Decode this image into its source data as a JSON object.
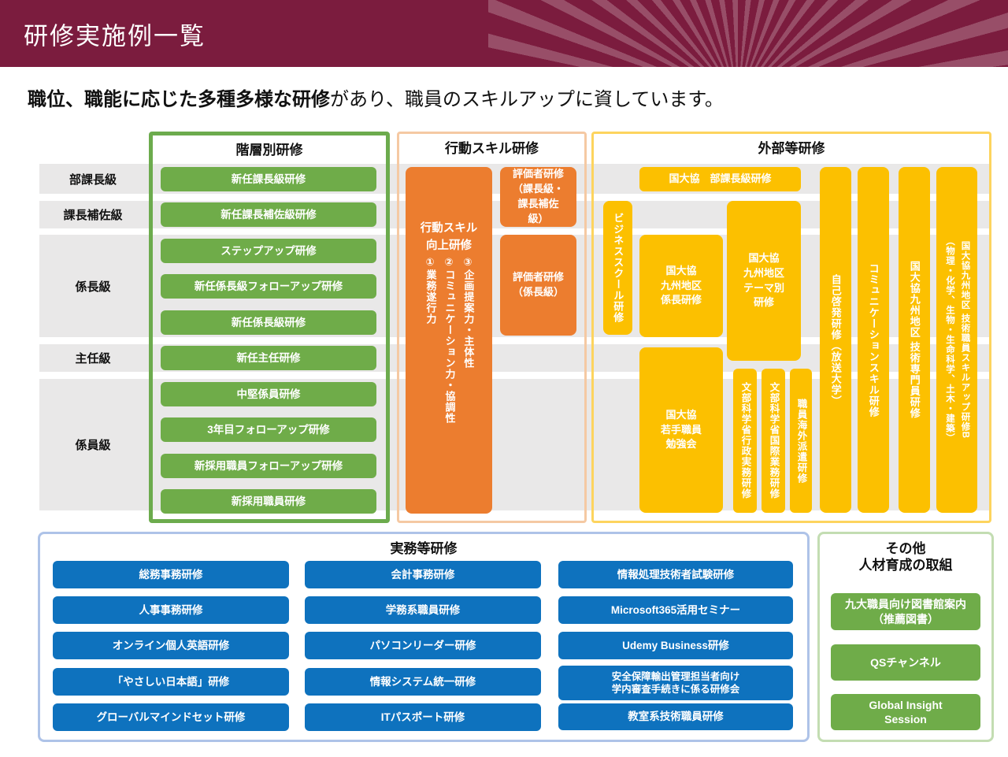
{
  "header": {
    "title": "研修実施例一覧"
  },
  "intro": {
    "lead": "職位、職能に応じた多種多様な研修",
    "rest": "があり、職員のスキルアップに資しています。"
  },
  "levels": [
    "部課長級",
    "課長補佐級",
    "係長級",
    "主任級",
    "係員級"
  ],
  "hierarchy": {
    "title": "階層別研修",
    "items": [
      "新任課長級研修",
      "新任課長補佐級研修",
      "ステップアップ研修",
      "新任係長級フォローアップ研修",
      "新任係長級研修",
      "新任主任研修",
      "中堅係員研修",
      "3年目フォローアップ研修",
      "新採用職員フォローアップ研修",
      "新採用職員研修"
    ]
  },
  "behavior": {
    "title": "行動スキル研修",
    "main_block": {
      "title": "行動スキル\n向上研修",
      "skills": [
        "①業務遂行力",
        "②コミュニケーション力・協調性",
        "③企画提案力・主体性"
      ]
    },
    "evaluator_upper": "評価者研修\n（課長級・\n課長補佐\n級）",
    "evaluator_lower": "評価者研修\n（係長級）"
  },
  "external": {
    "title": "外部等研修",
    "blocks": {
      "bukacho": "国大協　部課長級研修",
      "business_school": "ビジネススクール研修",
      "kakaricho": "国大協\n九州地区\n係長研修",
      "theme": "国大協\n九州地区\nテーマ別\n研修",
      "wakate": "国大協\n若手職員\n勉強会",
      "mext_admin": "文部科学省行政実務研修",
      "mext_intl": "文部科学省国際業務研修",
      "overseas": "職員海外派遣研修",
      "self_dev": "自己啓発研修（放送大学）",
      "comm_skill": "コミュニケーションスキル研修",
      "tech_expert": "国大協九州地区 技術専門員研修",
      "tech_skillup": "国大協九州地区 技術職員スキルアップ研修B\n（物理・化学、生物・生命科学、土木・建築）"
    }
  },
  "practical": {
    "title": "実務等研修",
    "columns": [
      [
        "総務事務研修",
        "人事事務研修",
        "オンライン個人英語研修",
        "「やさしい日本語」研修",
        "グローバルマインドセット研修"
      ],
      [
        "会計事務研修",
        "学務系職員研修",
        "パソコンリーダー研修",
        "情報システム統一研修",
        "ITパスポート研修"
      ],
      [
        "情報処理技術者試験研修",
        "Microsoft365活用セミナー",
        "Udemy Business研修",
        "安全保障輸出管理担当者向け\n学内審査手続きに係る研修会",
        "教室系技術職員研修"
      ]
    ]
  },
  "other": {
    "title": "その他\n人材育成の取組",
    "items": [
      "九大職員向け図書館案内\n（推薦図書）",
      "QSチャンネル",
      "Global Insight\nSession"
    ]
  },
  "colors": {
    "header_maroon": "#7B1C3E",
    "band_gray": "#E9E8E8",
    "green": "#6FAC49",
    "orange": "#EC7D2F",
    "orange_border": "#F5C9A3",
    "yellow": "#FCC000",
    "yellow_border": "#FDD45E",
    "blue": "#0E72BE",
    "blue_border": "#AEC3E8",
    "light_green_border": "#C3DDB2"
  }
}
